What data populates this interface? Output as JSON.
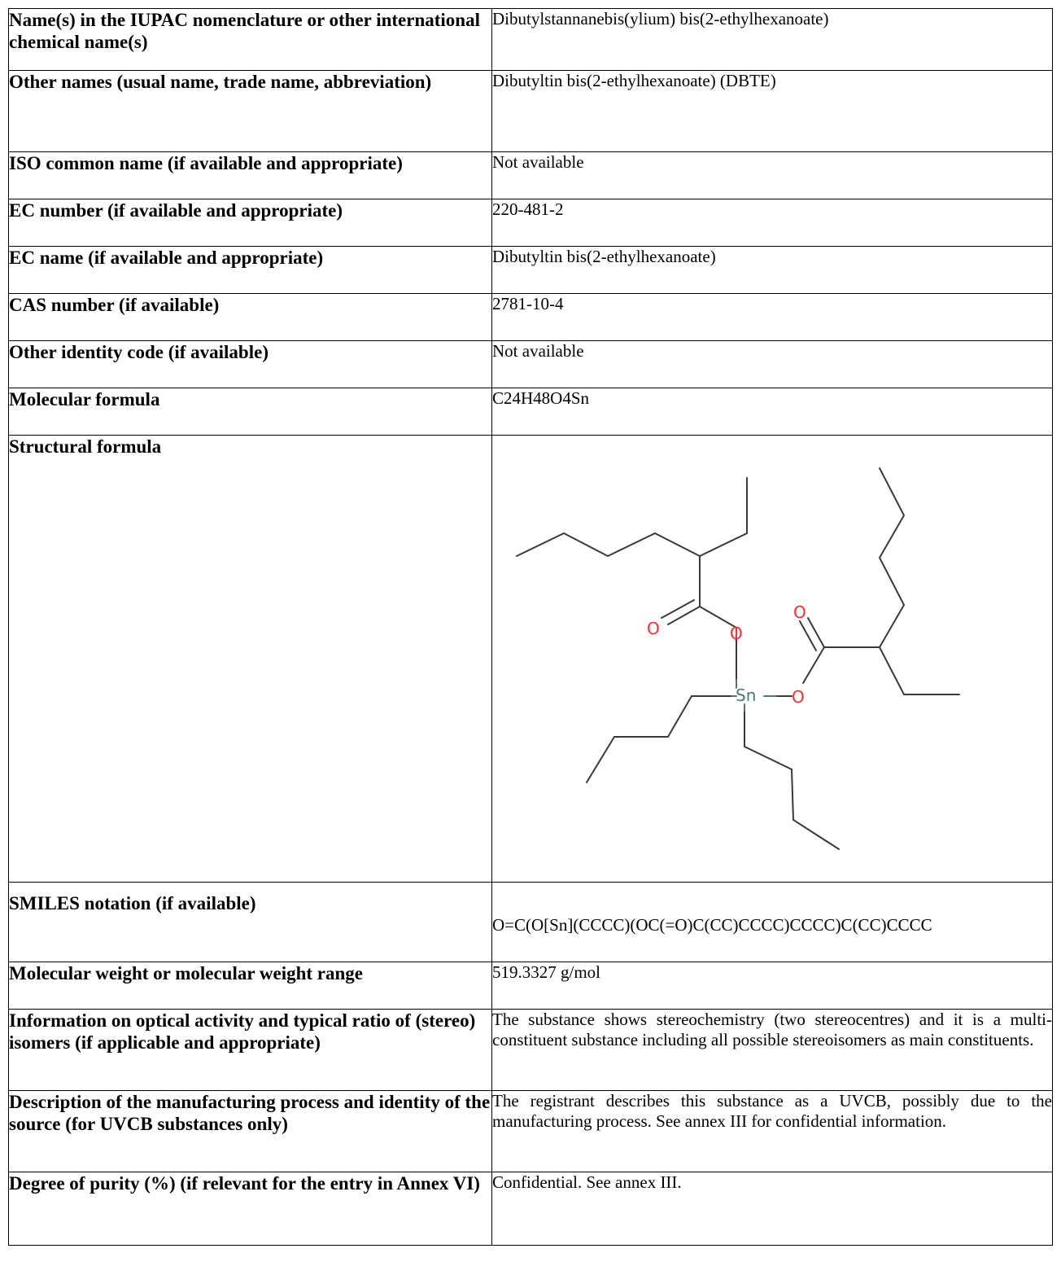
{
  "rows": [
    {
      "label": "Name(s) in the IUPAC nomenclature or other international chemical name(s)",
      "value": "Dibutylstannanebis(ylium) bis(2-ethylhexanoate)"
    },
    {
      "label": "Other names (usual name, trade name, abbreviation)",
      "value": "Dibutyltin bis(2-ethylhexanoate) (DBTE)"
    },
    {
      "label": "ISO common name (if available and appropriate)",
      "value": "Not available"
    },
    {
      "label": "EC number (if available and appropriate)",
      "value": "220-481-2"
    },
    {
      "label": "EC name (if available and appropriate)",
      "value": "Dibutyltin bis(2-ethylhexanoate)"
    },
    {
      "label": "CAS number (if available)",
      "value": "2781-10-4"
    },
    {
      "label": "Other identity code (if available)",
      "value": "Not available"
    },
    {
      "label": "Molecular formula",
      "value": "C24H48O4Sn"
    },
    {
      "label": "Structural formula",
      "value": ""
    },
    {
      "label": "SMILES notation (if available)",
      "value": "O=C(O[Sn](CCCC)(OC(=O)C(CC)CCCC)CCCC)C(CC)CCCC"
    },
    {
      "label": "Molecular weight or molecular weight range",
      "value": "519.3327 g/mol"
    },
    {
      "label": "Information on optical activity and typical ratio of (stereo) isomers (if applicable and appropriate)",
      "value": "The substance shows stereochemistry (two stereocentres) and it is a multi-constituent substance including all possible stereoisomers as main constituents."
    },
    {
      "label": "Description of the manufacturing process and identity of the source (for UVCB substances only)",
      "value": "The registrant describes this substance as a UVCB, possibly due to the manufacturing process. See annex III for confidential information."
    },
    {
      "label": "Degree of purity (%) (if relevant for the entry in Annex VI)",
      "value": "Confidential. See annex III."
    }
  ],
  "structure": {
    "atoms": {
      "o1": "O",
      "o2": "O",
      "o3": "O",
      "o4": "O",
      "sn": "Sn"
    },
    "colors": {
      "bond": "#3a3a3a",
      "oxygen": "#ff2a2a",
      "tin": "#4a7a7a"
    }
  }
}
